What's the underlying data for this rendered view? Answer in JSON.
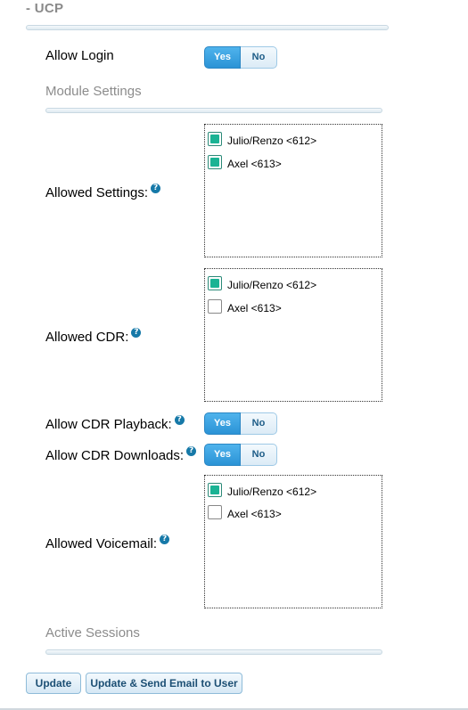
{
  "section": {
    "title": "- UCP"
  },
  "allow_login": {
    "label": "Allow Login",
    "yes": "Yes",
    "no": "No"
  },
  "module_settings": {
    "heading": "Module Settings"
  },
  "allowed_settings": {
    "label": "Allowed Settings:",
    "help": "?",
    "options": [
      {
        "label": "Julio/Renzo <612>",
        "checked": true
      },
      {
        "label": "Axel <613>",
        "checked": true
      }
    ]
  },
  "allowed_cdr": {
    "label": "Allowed CDR:",
    "help": "?",
    "options": [
      {
        "label": "Julio/Renzo <612>",
        "checked": true
      },
      {
        "label": "Axel <613>",
        "checked": false
      }
    ]
  },
  "cdr_playback": {
    "label": "Allow CDR Playback:",
    "help": "?",
    "yes": "Yes",
    "no": "No"
  },
  "cdr_downloads": {
    "label": "Allow CDR Downloads:",
    "help": "?",
    "yes": "Yes",
    "no": "No"
  },
  "allowed_voicemail": {
    "label": "Allowed Voicemail:",
    "help": "?",
    "options": [
      {
        "label": "Julio/Renzo <612>",
        "checked": true
      },
      {
        "label": "Axel <613>",
        "checked": false
      }
    ]
  },
  "active_sessions": {
    "heading": "Active Sessions"
  },
  "buttons": {
    "update": "Update",
    "update_send": "Update & Send Email to User"
  }
}
